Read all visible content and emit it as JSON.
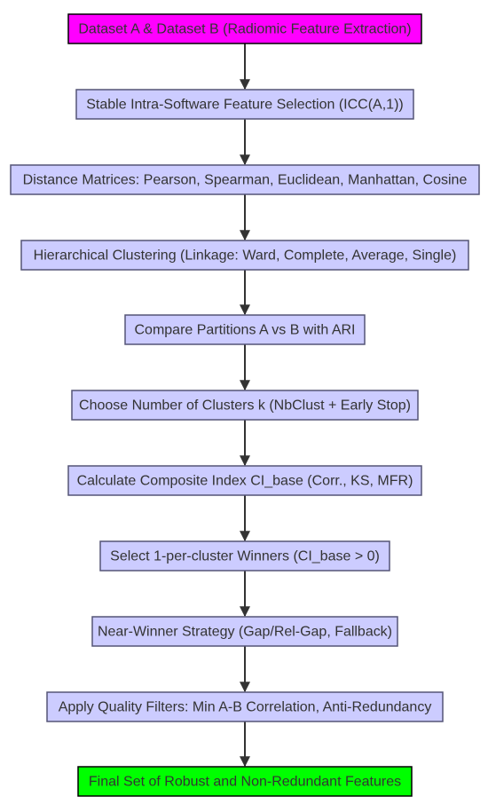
{
  "nodes": [
    {
      "label": "Dataset A & Dataset B (Radiomic Feature Extraction)",
      "fill": "#ff00ff",
      "stroke": "#000000"
    },
    {
      "label": "Stable Intra-Software Feature Selection (ICC(A,1))",
      "fill": "#ccccff",
      "stroke": "#555577"
    },
    {
      "label": "Distance Matrices: Pearson, Spearman, Euclidean, Manhattan, Cosine",
      "fill": "#ccccff",
      "stroke": "#555577"
    },
    {
      "label": "Hierarchical Clustering (Linkage: Ward, Complete, Average, Single)",
      "fill": "#ccccff",
      "stroke": "#555577"
    },
    {
      "label": "Compare Partitions A vs B with ARI",
      "fill": "#ccccff",
      "stroke": "#555577"
    },
    {
      "label": "Choose Number of Clusters k (NbClust + Early Stop)",
      "fill": "#ccccff",
      "stroke": "#555577"
    },
    {
      "label": "Calculate Composite Index CI_base (Corr., KS, MFR)",
      "fill": "#ccccff",
      "stroke": "#555577"
    },
    {
      "label": "Select 1-per-cluster Winners (CI_base > 0)",
      "fill": "#ccccff",
      "stroke": "#555577"
    },
    {
      "label": "Near-Winner Strategy (Gap/Rel-Gap, Fallback)",
      "fill": "#ccccff",
      "stroke": "#555577"
    },
    {
      "label": "Apply Quality Filters: Min A-B Correlation, Anti-Redundancy",
      "fill": "#ccccff",
      "stroke": "#555577"
    },
    {
      "label": "Final Set of Robust and Non-Redundant Features",
      "fill": "#00ff00",
      "stroke": "#000000"
    }
  ],
  "edge_color": "#333333"
}
